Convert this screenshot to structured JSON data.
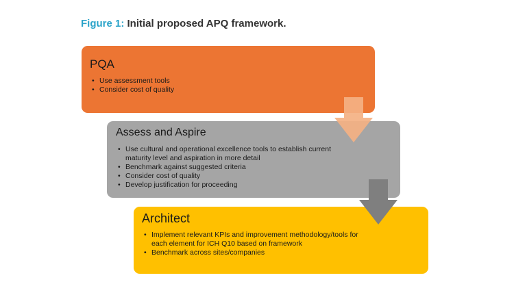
{
  "caption": {
    "label": "Figure 1:",
    "text": "Initial proposed APQ framework."
  },
  "boxes": [
    {
      "title": "PQA",
      "color": "#ec7533",
      "bullets": [
        "Use assessment tools",
        "Consider cost of quality"
      ]
    },
    {
      "title": "Assess and Aspire",
      "color": "#a5a5a5",
      "bullets": [
        "Use cultural and operational excellence tools to establish current maturity level and aspiration in more detail",
        "Benchmark against suggested criteria",
        "Consider cost of quality",
        "Develop justification for proceeding"
      ]
    },
    {
      "title": "Architect",
      "color": "#ffc000",
      "bullets": [
        "Implement relevant KPIs and improvement methodology/tools for each element for ICH Q10 based on framework",
        "Benchmark across sites/companies"
      ]
    }
  ],
  "arrow_colors": [
    "#f4b183",
    "#7f7f7f"
  ]
}
